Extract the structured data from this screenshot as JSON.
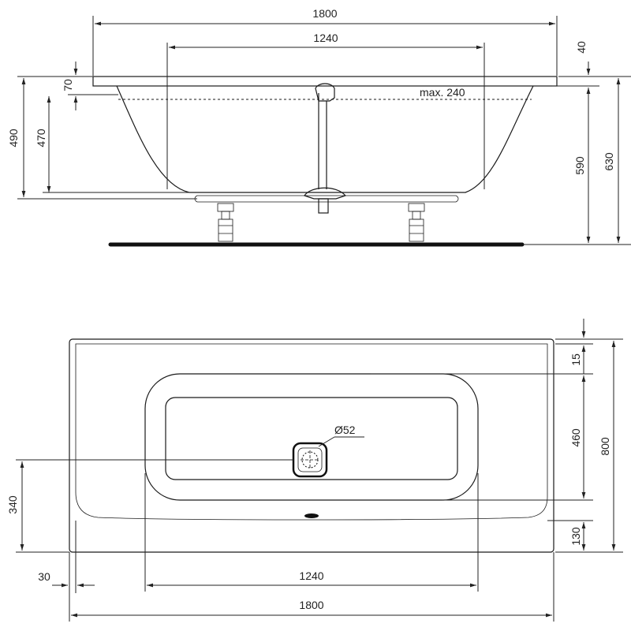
{
  "colors": {
    "line": "#1a1a1a",
    "text": "#222222",
    "background": "#ffffff"
  },
  "side_view": {
    "overall_length": "1800",
    "inner_length": "1240",
    "rim_thickness": "40",
    "overflow_offset": "70",
    "outer_depth": "490",
    "inner_depth": "470",
    "overflow_label": "max. 240",
    "depth_to_floor": "590",
    "total_height": "630"
  },
  "top_view": {
    "rim_offset": "15",
    "inner_width": "460",
    "total_width": "800",
    "bottom_offset": "130",
    "drain_position": "340",
    "drain_diameter": "Ø52",
    "side_offset": "30",
    "inner_length": "1240",
    "overall_length": "1800"
  }
}
